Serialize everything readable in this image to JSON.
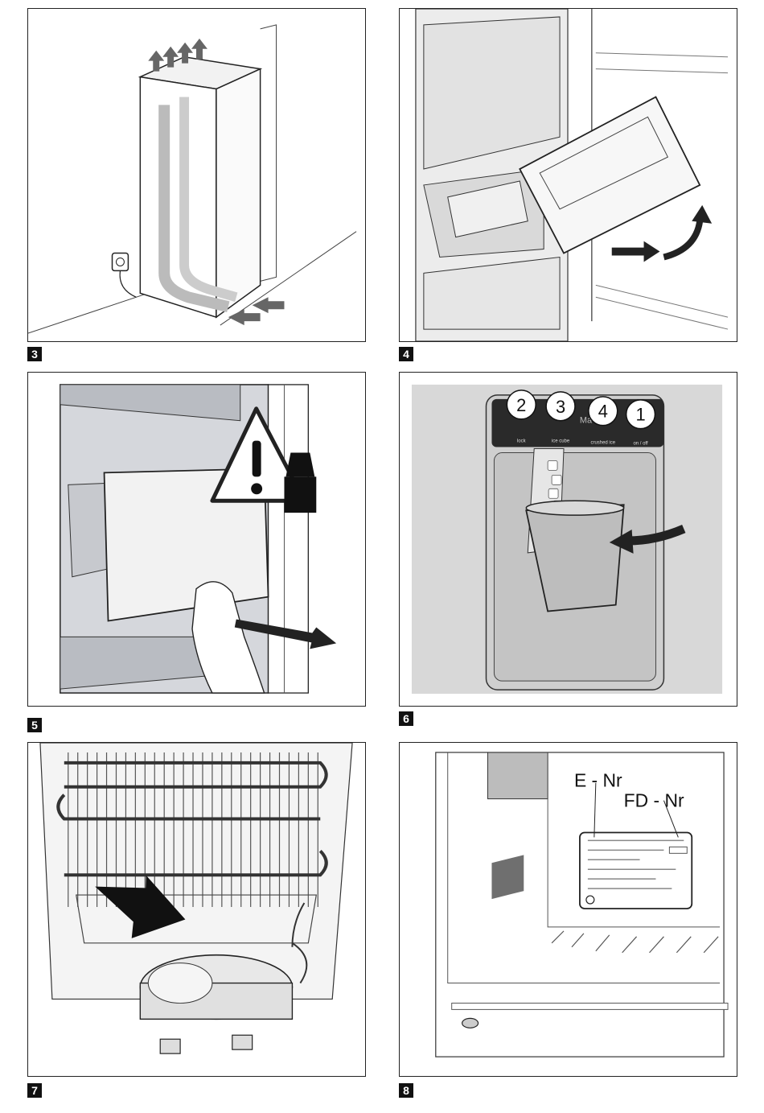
{
  "figures": [
    {
      "number": "3"
    },
    {
      "number": "4"
    },
    {
      "number": "5"
    },
    {
      "number": "6"
    },
    {
      "number": "7"
    },
    {
      "number": "8"
    }
  ],
  "dispenser": {
    "callouts": [
      "2",
      "3",
      "4",
      "1"
    ],
    "button_labels": [
      "lock",
      "ice cube",
      "crushed ice",
      "on / off"
    ],
    "brand_fragment": "Ma"
  },
  "rating_plate": {
    "e_nr_label": "E - Nr",
    "fd_nr_label": "FD - Nr"
  }
}
